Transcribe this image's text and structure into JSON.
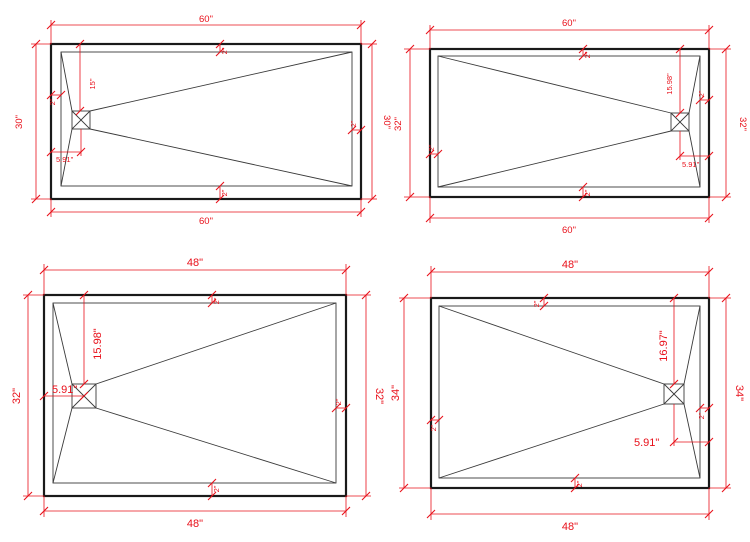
{
  "colors": {
    "dimension": "#e8101a",
    "outline": "#1a1a1a"
  },
  "pans": [
    {
      "length": "60\"",
      "length_bottom": "60\"",
      "width_left": "30\"",
      "width_right": "30\"",
      "drain_offset": "15\"",
      "drain_inset": "5.91\"",
      "curb_top": "2\"",
      "curb_bottom": "2\"",
      "curb_side": "2\""
    },
    {
      "length": "60\"",
      "length_bottom": "60\"",
      "width_left": "32\"",
      "width_right": "32\"",
      "drain_offset": "15.98\"",
      "drain_inset": "5.91\"",
      "curb_top": "2\"",
      "curb_bottom": "2\"",
      "curb_side": "2\""
    },
    {
      "length": "48\"",
      "length_bottom": "48\"",
      "width_left": "32\"",
      "width_right": "32\"",
      "drain_offset": "15.98\"",
      "drain_inset": "5.91\"",
      "curb_top": "2\"",
      "curb_bottom": "2\"",
      "curb_side": "2\""
    },
    {
      "length": "48\"",
      "length_bottom": "48\"",
      "width_left": "34\"",
      "width_right": "34\"",
      "drain_offset": "16.97\"",
      "drain_inset": "5.91\"",
      "curb_top": "2\"",
      "curb_bottom": "2\"",
      "curb_side": "2\""
    }
  ]
}
